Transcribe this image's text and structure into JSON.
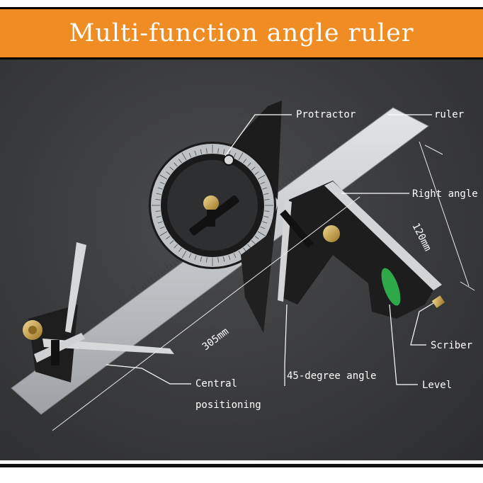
{
  "banner": {
    "title": "Multi-function angle ruler"
  },
  "labels": {
    "protractor": "Protractor",
    "ruler": "ruler",
    "right_angle": "Right angle",
    "dim_120": "120mm",
    "dim_305": "305mm",
    "scriber": "Scriber",
    "level": "Level",
    "angle_45": "45-degree angle",
    "central_line1": "Central",
    "central_line2": "positioning"
  },
  "colors": {
    "banner": "#f08c24",
    "background": "#3a3b3d",
    "steel": "#c9cccf",
    "body": "#1a1a1a",
    "brass": "#c9a24a",
    "vial": "#2fa84a"
  }
}
